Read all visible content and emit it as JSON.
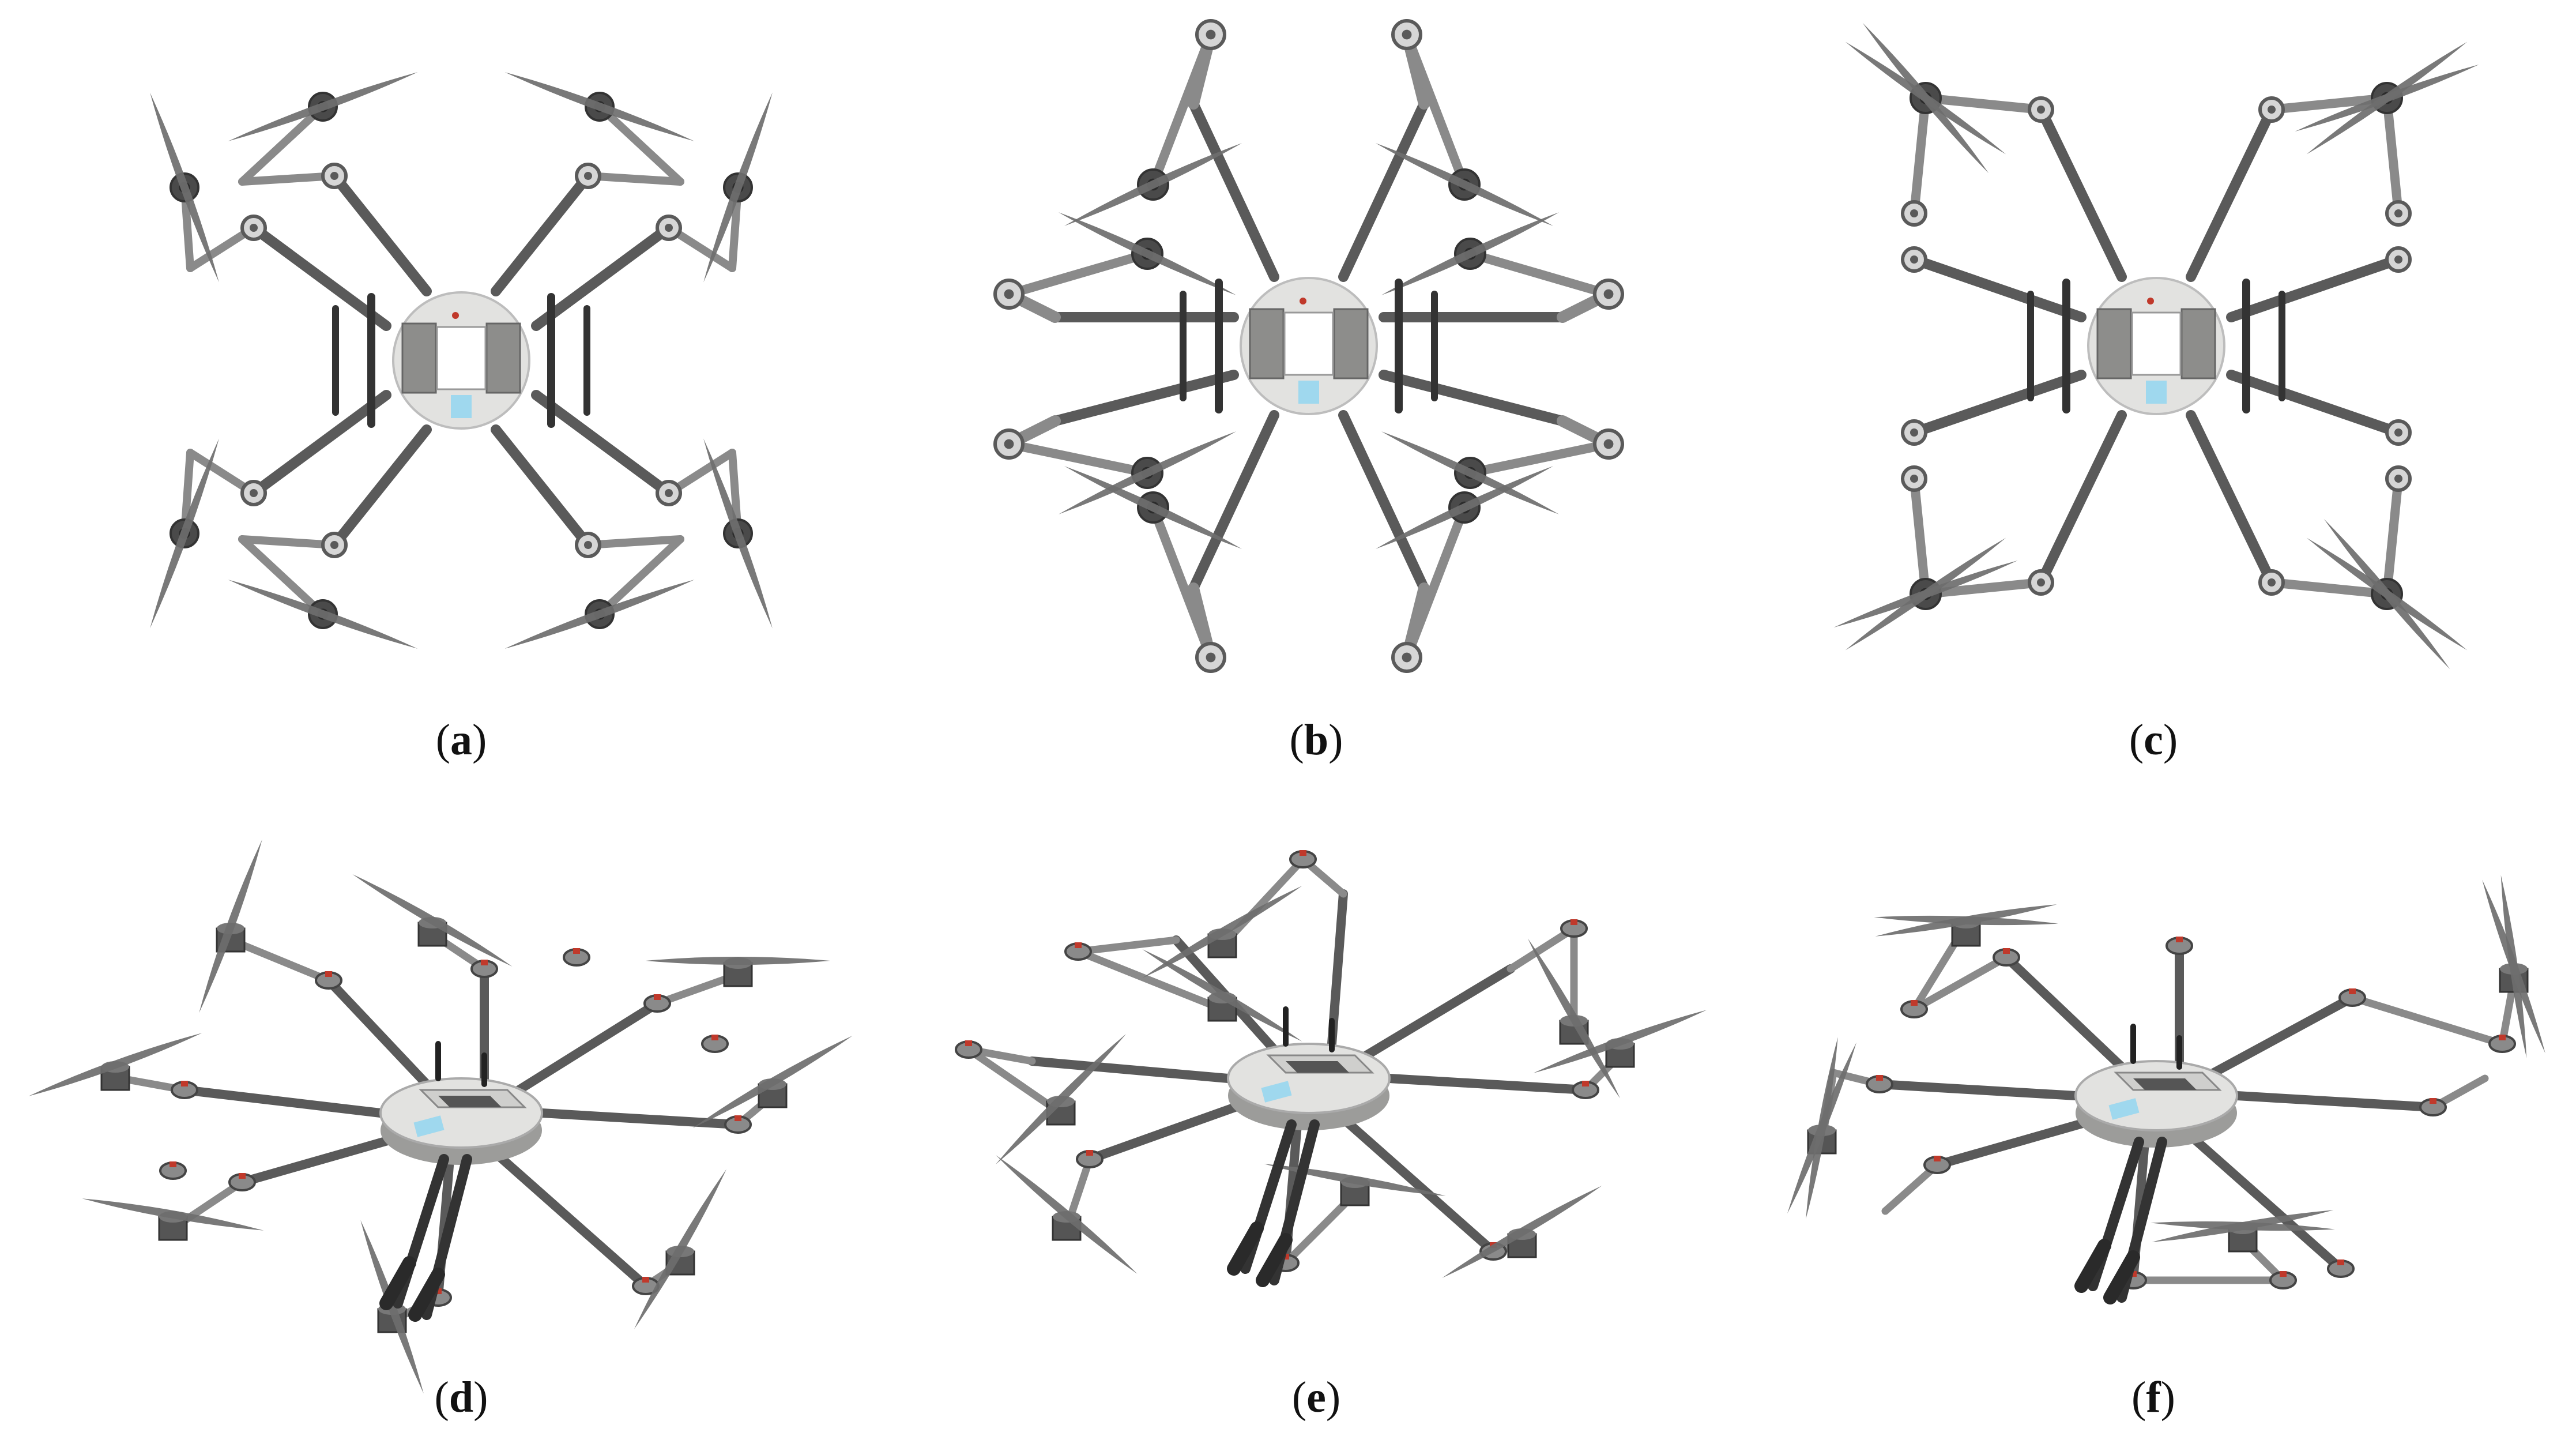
{
  "colors": {
    "background": "#ffffff",
    "arm": "#5a5a5a",
    "arm_light": "#8a8a8a",
    "motor": "#4a4a4a",
    "blade": "#6e6e6e",
    "body": "#e2e2e0",
    "screen": "#9fd8ee",
    "accent": "#c0392b"
  },
  "panels": [
    {
      "id": "a",
      "caption_open": "(",
      "caption_label": "a",
      "caption_close": ")",
      "view": "top",
      "configuration": "fully unfolded"
    },
    {
      "id": "b",
      "caption_open": "(",
      "caption_label": "b",
      "caption_close": ")",
      "view": "top",
      "configuration": "arms folded inward"
    },
    {
      "id": "c",
      "caption_open": "(",
      "caption_label": "c",
      "caption_close": ")",
      "view": "top",
      "configuration": "arms folded outward"
    },
    {
      "id": "d",
      "caption_open": "(",
      "caption_label": "d",
      "caption_close": ")",
      "view": "isometric",
      "configuration": "fully unfolded"
    },
    {
      "id": "e",
      "caption_open": "(",
      "caption_label": "e",
      "caption_close": ")",
      "view": "isometric",
      "configuration": "arms folded inward"
    },
    {
      "id": "f",
      "caption_open": "(",
      "caption_label": "f",
      "caption_close": ")",
      "view": "isometric",
      "configuration": "arms folded outward"
    }
  ]
}
